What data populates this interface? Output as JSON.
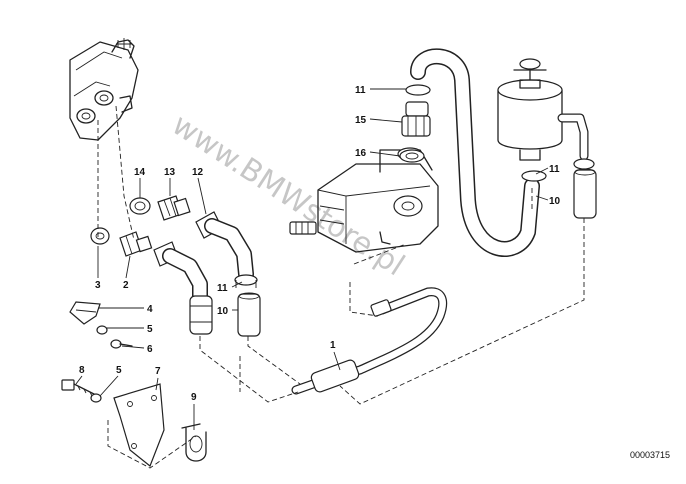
{
  "diagram": {
    "watermark": "www.BMWstore.pl",
    "catalog_code": "00003715",
    "callouts": [
      {
        "id": "c11a",
        "text": "11"
      },
      {
        "id": "c15",
        "text": "15"
      },
      {
        "id": "c16",
        "text": "16"
      },
      {
        "id": "c14",
        "text": "14"
      },
      {
        "id": "c13",
        "text": "13"
      },
      {
        "id": "c12",
        "text": "12"
      },
      {
        "id": "c11b",
        "text": "11"
      },
      {
        "id": "c10a",
        "text": "10"
      },
      {
        "id": "c11c",
        "text": "11"
      },
      {
        "id": "c10b",
        "text": "10"
      },
      {
        "id": "c3",
        "text": "3"
      },
      {
        "id": "c2",
        "text": "2"
      },
      {
        "id": "c4",
        "text": "4"
      },
      {
        "id": "c5a",
        "text": "5"
      },
      {
        "id": "c6",
        "text": "6"
      },
      {
        "id": "c1",
        "text": "1"
      },
      {
        "id": "c8",
        "text": "8"
      },
      {
        "id": "c5b",
        "text": "5"
      },
      {
        "id": "c7",
        "text": "7"
      },
      {
        "id": "c9",
        "text": "9"
      }
    ]
  }
}
